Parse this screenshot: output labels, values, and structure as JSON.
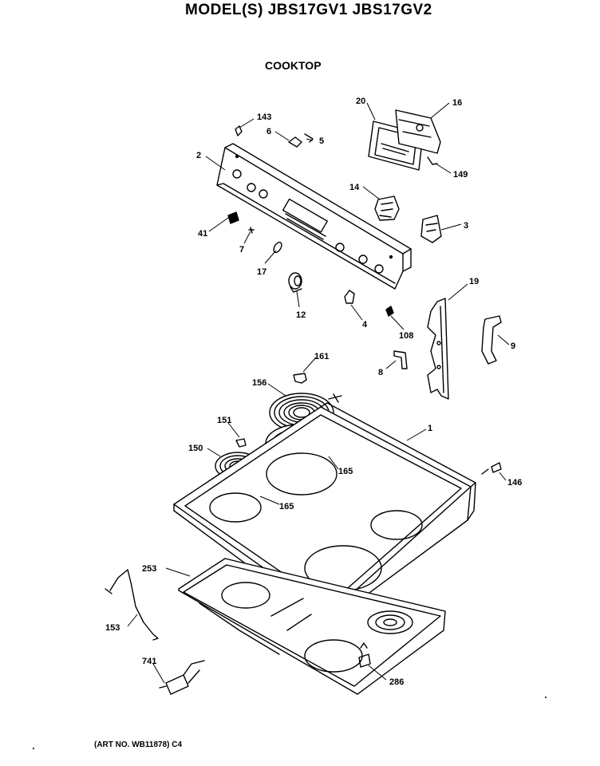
{
  "header": {
    "title": "MODEL(S) JBS17GV1 JBS17GV2",
    "section": "COOKTOP"
  },
  "footer": {
    "art_number": "(ART NO. WB11878) C4"
  },
  "part_labels": [
    "143",
    "6",
    "5",
    "20",
    "16",
    "2",
    "149",
    "14",
    "3",
    "41",
    "7",
    "17",
    "12",
    "4",
    "108",
    "19",
    "9",
    "8",
    "161",
    "156",
    "1",
    "151",
    "150",
    "165",
    "165",
    "146",
    "253",
    "153",
    "741",
    "286"
  ]
}
